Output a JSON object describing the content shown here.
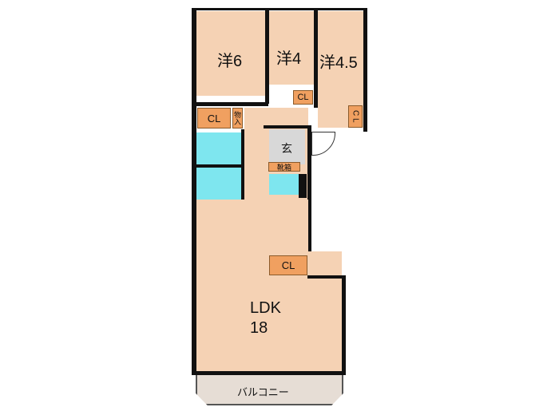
{
  "floor_plan": {
    "rooms": [
      {
        "id": "western-1",
        "label": "洋6"
      },
      {
        "id": "western-2",
        "label": "洋4"
      },
      {
        "id": "western-3",
        "label": "洋4.5"
      },
      {
        "id": "ldk",
        "label": "LDK",
        "size": "18"
      },
      {
        "id": "entrance",
        "label": "玄"
      },
      {
        "id": "balcony",
        "label": "バルコニー"
      }
    ],
    "storage": [
      {
        "id": "closet-western-1",
        "label": "CL"
      },
      {
        "id": "storage-small",
        "label": "物入"
      },
      {
        "id": "closet-western-2",
        "label": "CL"
      },
      {
        "id": "closet-western-3",
        "label": "C L"
      },
      {
        "id": "shoe-box",
        "label": "靴箱"
      },
      {
        "id": "closet-ldk",
        "label": "CL"
      }
    ],
    "colors": {
      "room": "#f5d2b4",
      "closet": "#f0a060",
      "wet_area": "#7ee6ef",
      "entrance": "#d8d8d8",
      "balcony": "#e6ddd5",
      "wall": "#111111"
    }
  }
}
